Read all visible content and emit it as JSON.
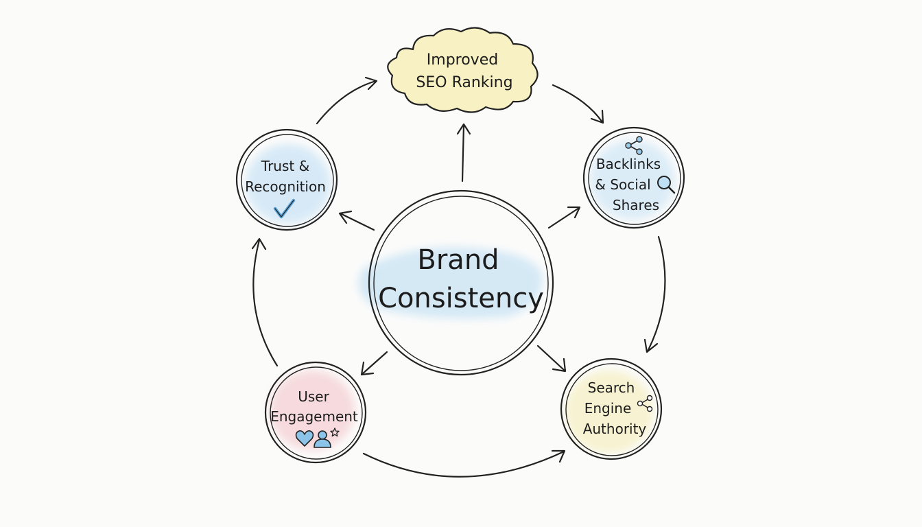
{
  "diagram": {
    "center": {
      "lines": [
        "Brand",
        "Consistency"
      ],
      "wash_color": "#cfe6f5"
    },
    "nodes": {
      "seo": {
        "lines": [
          "Improved",
          "SEO Ranking"
        ],
        "shape": "cloud",
        "wash_color": "#f7f1c3"
      },
      "backlinks": {
        "lines": [
          "Backlinks",
          "& Social",
          "Shares"
        ],
        "icons": [
          "share-icon",
          "magnifier-icon"
        ],
        "wash_color": "#d9ebf7"
      },
      "authority": {
        "lines": [
          "Search",
          "Engine",
          "Authority"
        ],
        "icons": [
          "share-icon"
        ],
        "wash_color": "#f7f2cf"
      },
      "engagement": {
        "lines": [
          "User",
          "Engagement"
        ],
        "icons": [
          "heart-icon",
          "user-icon",
          "star-icon"
        ],
        "wash_color": "#f6d9dc"
      },
      "trust": {
        "lines": [
          "Trust &",
          "Recognition"
        ],
        "icons": [
          "check-icon"
        ],
        "wash_color": "#d6e9f7"
      }
    },
    "colors": {
      "ink": "#222222",
      "icon_blue": "#7fb8e0"
    }
  }
}
